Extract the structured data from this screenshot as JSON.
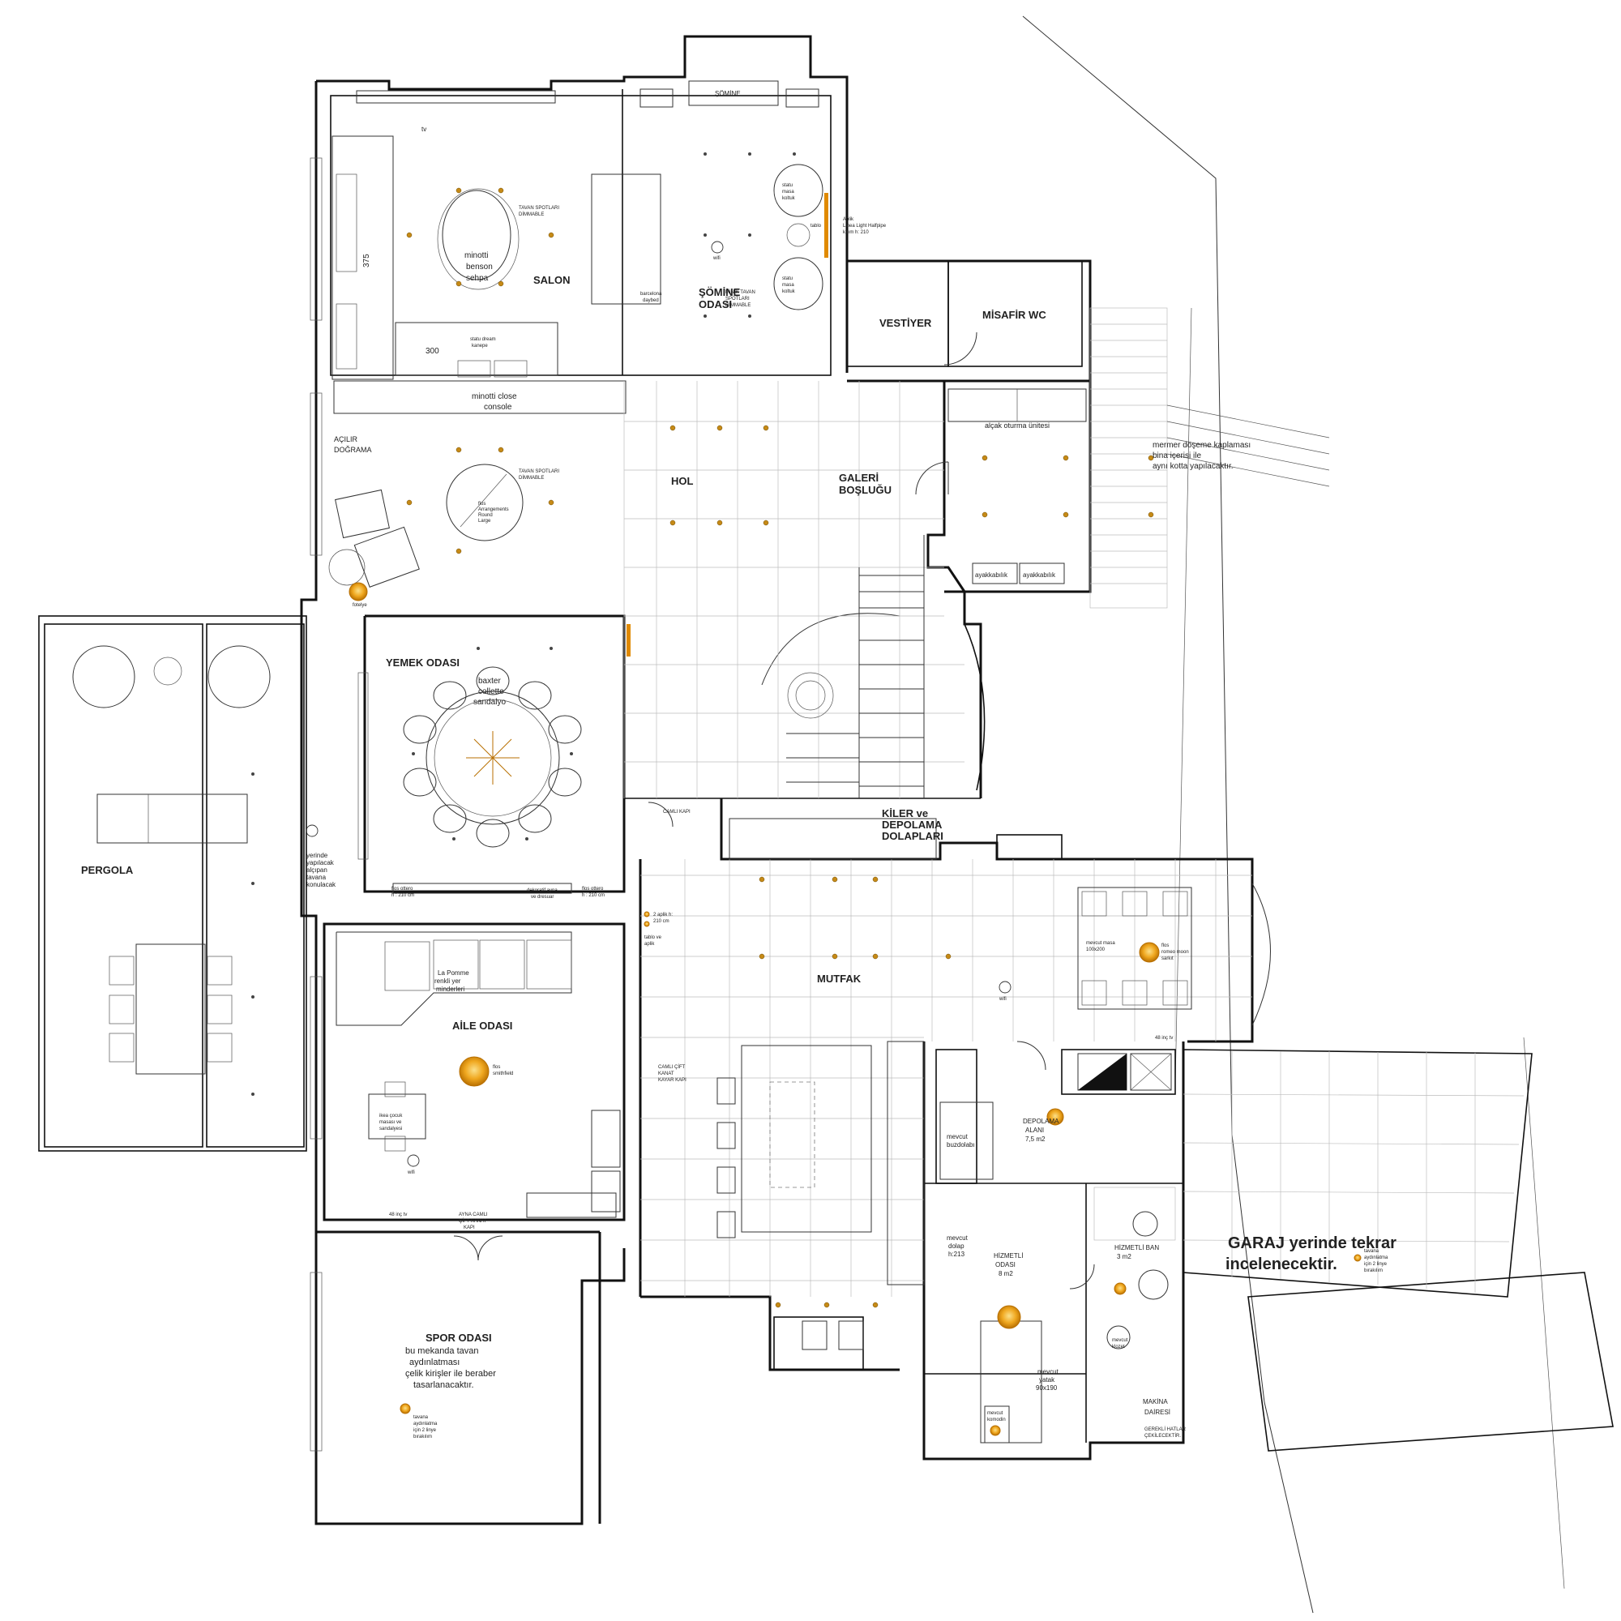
{
  "rooms": {
    "salon": "SALON",
    "somine_1": "ŞÖMİNE",
    "somine_2": "ODASI",
    "somine_top": "ŞÖMİNE",
    "vestiyer": "VESTİYER",
    "misafir_wc": "MİSAFİR WC",
    "hol": "HOL",
    "galeri_1": "GALERİ",
    "galeri_2": "BOŞLUĞU",
    "yemek": "YEMEK ODASI",
    "aile": "AİLE ODASI",
    "mutfak": "MUTFAK",
    "kiler_1": "KİLER ve",
    "kiler_2": "DEPOLAMA",
    "kiler_3": "DOLAPLARI",
    "depolama_1": "DEPOLAMA",
    "depolama_2": "ALANI",
    "depolama_3": "7,5 m2",
    "hizmetli_odasi_1": "HİZMETLİ",
    "hizmetli_odasi_2": "ODASI",
    "hizmetli_odasi_3": "8 m2",
    "hizmetli_banyo_1": "HİZMETLİ BAN",
    "hizmetli_banyo_2": "3 m2",
    "makina_1": "MAKİNA",
    "makina_2": "DAİRESİ",
    "pergola": "PERGOLA",
    "spor_1": "SPOR ODASI",
    "spor_2": "bu mekanda tavan",
    "spor_3": "aydınlatması",
    "spor_4": "çelik kirişler ile beraber",
    "spor_5": "tasarlanacaktır."
  },
  "labels": {
    "tv": "tv",
    "minotti_1": "minotti",
    "minotti_2": "benson",
    "minotti_3": "sehpa",
    "dim_375": "375",
    "dim_300": "300",
    "statu_dream_1": "statu dream",
    "statu_dream_2": "kanepe",
    "console_1": "minotti close",
    "console_2": "console",
    "acilir_1": "AÇILIR",
    "acilir_2": "DOĞRAMA",
    "tavan_spot_1": "TAVAN SPOTLARI",
    "tavan_spot_2": "DİMMABLE",
    "flos_arr_1": "flos",
    "flos_arr_2": "Arrangements",
    "flos_arr_3": "Round",
    "flos_arr_4": "Large",
    "barcelona_1": "barcelona",
    "barcelona_2": "daybed",
    "statu_masa_1": "statu",
    "statu_masa_2": "masa",
    "statu_masa_3": "koltuk",
    "tablo": "tablo",
    "aplik_1": "Aplik",
    "aplik_2": "Linea Light Halfpipe",
    "aplik_3": "kırım h: 210",
    "minik_spot_1": "MİNİK TAVAN",
    "minik_spot_2": "SPOTLARI",
    "minik_spot_3": "DİMMABLE",
    "alcak": "alçak oturma ünitesi",
    "mermer_1": "mermer döşeme kaplaması",
    "mermer_2": "bina içerisi ile",
    "mermer_3": "aynı kotta yapılacaktır.",
    "ayakkabilik_1": "ayakkabılık",
    "ayakkabilik_2": "ayakkabılık",
    "baxter_1": "baxter",
    "baxter_2": "collette",
    "baxter_3": "sandalyo",
    "flos_ottero_1": "flos ottero",
    "flos_ottero_2": "h : 210 cm",
    "flos_ottero_3": "flos ottero",
    "flos_ottero_4": "h : 210 cm",
    "dekoratif_1": "dekoratif ayna",
    "dekoratif_2": "ve dresuar",
    "camli_kapi": "CAMLI KAPI",
    "pergola_note_1": "yerinde",
    "pergola_note_2": "yapılacak",
    "pergola_note_3": "alçıpan",
    "pergola_note_4": "tavana",
    "pergola_note_5": "konulacak",
    "la_pomme_1": "La Pomme",
    "la_pomme_2": "renkli yer",
    "la_pomme_3": "minderleri",
    "flos_smith_1": "flos",
    "flos_smith_2": "smithfield",
    "ikea_1": "ikea çocuk",
    "ikea_2": "masası ve",
    "ikea_3": "sandalyesi",
    "wifi": "wifi",
    "tv48": "48 inç tv",
    "ayna_kapi_1": "AYNA CAMLI",
    "ayna_kapi_2": "ÇİFT KANAT",
    "ayna_kapi_3": "KAPI",
    "camli_cift_1": "CAMLI ÇİFT",
    "camli_cift_2": "KANAT",
    "camli_cift_3": "KAYAR KAPI",
    "aplik_2a": "2 aplik h:",
    "aplik_2b": "210 cm",
    "tablo_aplik_1": "tablo ve",
    "tablo_aplik_2": "aplik",
    "mevcut_masa_1": "mevcut masa",
    "mevcut_masa_2": "100x200",
    "flos_romeo_1": "flos",
    "flos_romeo_2": "romeo moon",
    "flos_romeo_3": "sarkıt",
    "tv48b": "48 inç tv",
    "mevcut_dolap_1": "mevcut",
    "mevcut_dolap_2": "dolap",
    "mevcut_dolap_3": "h:213",
    "buzdolabi_1": "mevcut",
    "buzdolabi_2": "buzdolabı",
    "yatak_1": "mevcut",
    "yatak_2": "yatak",
    "yatak_3": "90x190",
    "komodin_1": "mevcut",
    "komodin_2": "komodin",
    "klozet_1": "mevcut",
    "klozet_2": "klozet",
    "garaj_1": "GARAJ yerinde tekrar",
    "garaj_2": "incelenecektir.",
    "gerekli_1": "GEREKLİ HATLAR",
    "gerekli_2": "ÇEKİLECEKTİR.",
    "duvarda_1": "tavana",
    "duvarda_2": "aydınlatma",
    "duvarda_3": "için 2 linye",
    "duvarda_4": "bırakılım",
    "fotelye": "fotelye"
  },
  "colors": {
    "wall": "#111111",
    "spot": "#c68a16",
    "lamp_center": "#f6c34a",
    "lamp_edge": "#b86f00",
    "aplik": "#e08a00",
    "grid": "#bdbdbd"
  }
}
